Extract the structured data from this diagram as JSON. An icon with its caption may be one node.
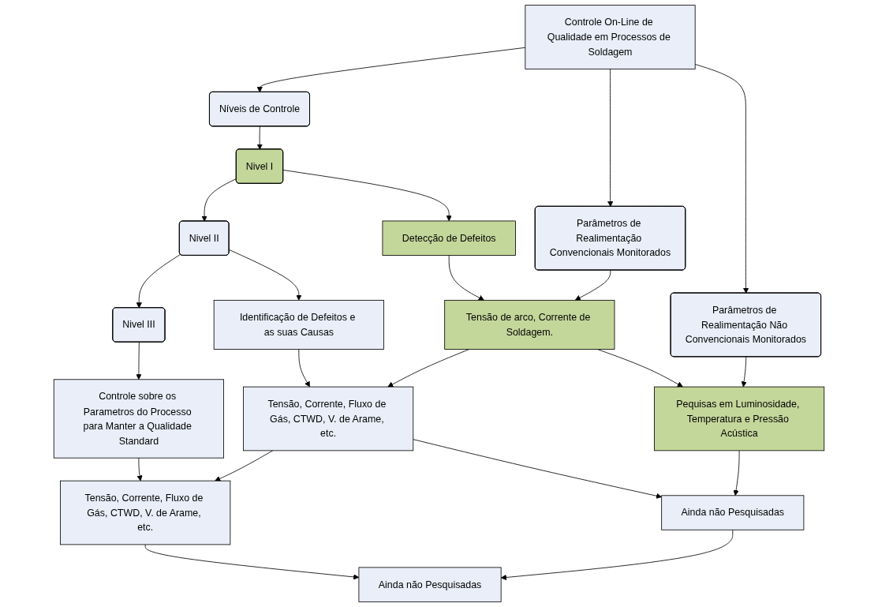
{
  "diagram": {
    "nodes": [
      {
        "text": [
          "Controle On-Line de Qualidade em Processos de Soldagem"
        ]
      },
      {
        "text": [
          "Níveis de Controle"
        ]
      },
      {
        "text": [
          "Parâmetros de Realimentação Convencionais Monitorados"
        ]
      },
      {
        "text": [
          "Parâmetros de Realimentação Não Convencionais Monitorados"
        ]
      },
      {
        "text": [
          "Nivel I"
        ]
      },
      {
        "text": [
          "Detecção de Defeitos"
        ]
      },
      {
        "text": [
          "Tensão de arco, Corrente de Soldagem."
        ]
      },
      {
        "text": [
          "Pequisas em Luminosidade, Temperatura e Pressão Acústica"
        ]
      },
      {
        "text": [
          "Nivel II"
        ]
      },
      {
        "text": [
          "Identificação de Defeitos e as suas Causas"
        ]
      },
      {
        "text": [
          "Tensão, Corrente, Fluxo de Gás, CTWD, V. de Arame, etc."
        ]
      },
      {
        "text": [
          "Ainda não Pesquisadas"
        ]
      },
      {
        "text": [
          "Nivel III"
        ]
      },
      {
        "text": [
          "Controle sobre os Parametros do Processo para Manter a Qualidade Standard"
        ]
      },
      {
        "text": [
          "Tensão, Corrente, Fluxo de Gás, CTWD, V. de Arame, etc."
        ]
      },
      {
        "text": [
          "Ainda não Pesquisadas"
        ]
      }
    ],
    "edges": [
      {
        "from": 0,
        "to": 1,
        "arrow": "to"
      },
      {
        "from": 0,
        "to": 2,
        "arrow": "to"
      },
      {
        "from": 0,
        "to": 3,
        "arrow": "to"
      },
      {
        "from": 1,
        "to": 4,
        "arrow": "to"
      },
      {
        "from": 4,
        "to": 8,
        "arrow": "to"
      },
      {
        "from": 8,
        "to": 12,
        "arrow": "to"
      },
      {
        "from": 4,
        "to": 5,
        "arrow": "to"
      },
      {
        "from": 5,
        "to": 6,
        "arrow": "to"
      },
      {
        "from": 6,
        "to": 7,
        "arrow": "to"
      },
      {
        "from": 8,
        "to": 9,
        "arrow": "to"
      },
      {
        "from": 9,
        "to": 10,
        "arrow": "to"
      },
      {
        "from": 10,
        "to": 11,
        "arrow": "to"
      },
      {
        "from": 12,
        "to": 13,
        "arrow": "to"
      },
      {
        "from": 13,
        "to": 14,
        "arrow": "to"
      },
      {
        "from": 14,
        "to": 15,
        "arrow": "to"
      },
      {
        "from": 2,
        "to": 6,
        "arrow": "to"
      },
      {
        "from": 6,
        "to": 10,
        "arrow": "to"
      },
      {
        "from": 10,
        "to": 14,
        "arrow": "to"
      },
      {
        "from": 3,
        "to": 7,
        "arrow": "to"
      },
      {
        "from": 7,
        "to": 11,
        "arrow": "to"
      },
      {
        "from": 11,
        "to": 15,
        "arrow": "to"
      }
    ]
  }
}
